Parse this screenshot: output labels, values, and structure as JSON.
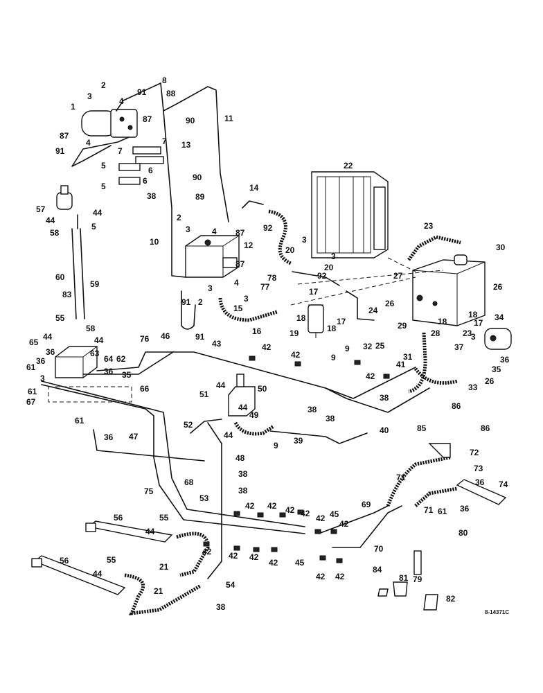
{
  "drawing_number": "8-14371C",
  "callouts": [
    "1",
    "2",
    "3",
    "4",
    "5",
    "6",
    "7",
    "8",
    "9",
    "10",
    "11",
    "12",
    "13",
    "14",
    "15",
    "16",
    "17",
    "18",
    "19",
    "20",
    "21",
    "22",
    "23",
    "24",
    "25",
    "26",
    "27",
    "28",
    "29",
    "30",
    "31",
    "32",
    "33",
    "34",
    "35",
    "36",
    "37",
    "38",
    "39",
    "40",
    "41",
    "42",
    "43",
    "44",
    "45",
    "46",
    "47",
    "48",
    "49",
    "50",
    "51",
    "52",
    "53",
    "54",
    "55",
    "56",
    "57",
    "58",
    "59",
    "60",
    "61",
    "62",
    "63",
    "64",
    "65",
    "66",
    "67",
    "68",
    "69",
    "70",
    "71",
    "72",
    "73",
    "74",
    "75",
    "76",
    "77",
    "78",
    "79",
    "80",
    "81",
    "82",
    "83",
    "84",
    "85",
    "86",
    "87",
    "88",
    "89",
    "90",
    "91",
    "92"
  ]
}
